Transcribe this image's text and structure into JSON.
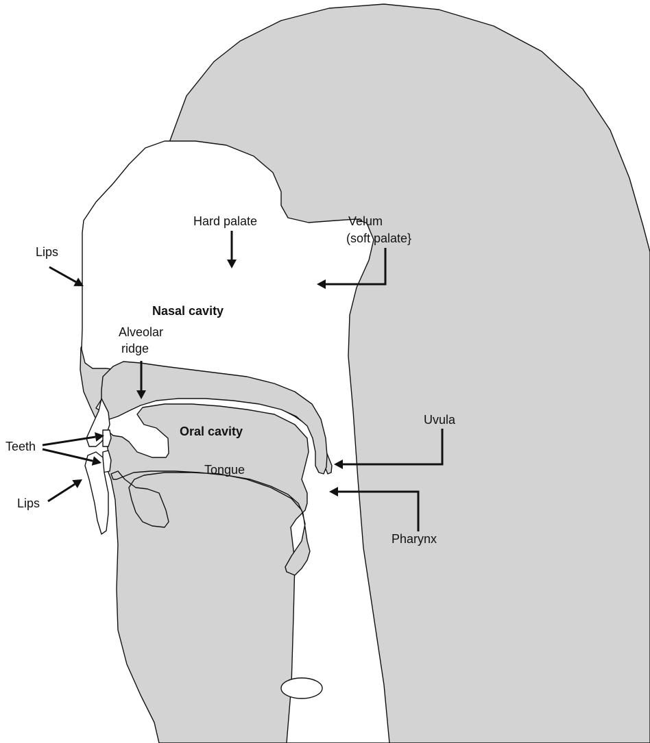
{
  "colors": {
    "tissue": "#d3d3d4",
    "airway": "#ffffff",
    "cartilage": "#e4e4e5",
    "outline": "#111111"
  },
  "labels": {
    "nasal_cavity": "Nasal cavity",
    "alveolar_ridge_line1": "Alveolar",
    "alveolar_ridge_line2": "ridge",
    "hard_palate": "Hard palate",
    "velum_line1": "Velum",
    "velum_line2": "(soft palate}",
    "lips_upper": "Lips",
    "teeth": "Teeth",
    "oral_cavity": "Oral cavity",
    "uvula": "Uvula",
    "tongue": "Tongue",
    "lips_lower": "Lips",
    "pharynx": "Pharynx"
  }
}
